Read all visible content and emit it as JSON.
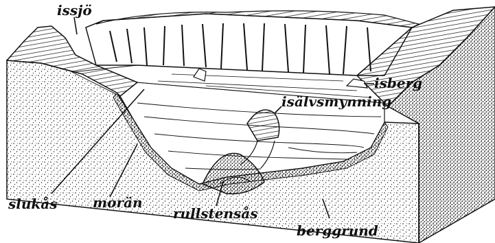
{
  "labels": {
    "issjo": "issjö",
    "isberg": "isberg",
    "isalvsmynning": "isälvsmynning",
    "slukas": "slukås",
    "moran": "morän",
    "rullstensas": "rullstensås",
    "berggrund": "berggrund"
  },
  "colors": {
    "ink": "#111111",
    "paper": "#ffffff",
    "stipple": "#111111"
  }
}
